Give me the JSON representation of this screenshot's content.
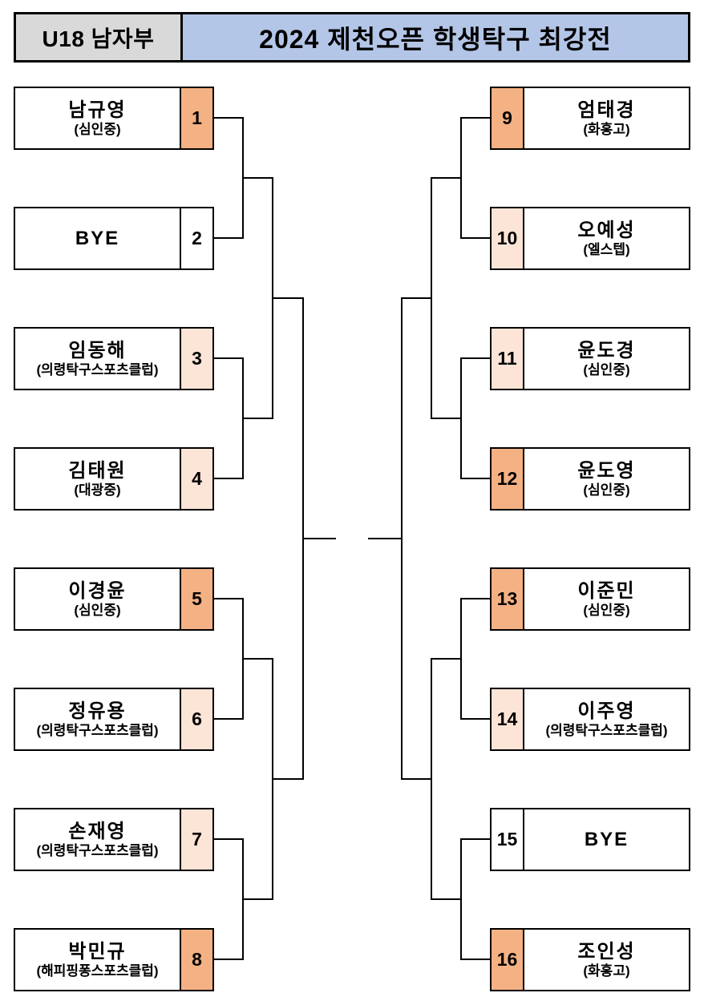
{
  "header": {
    "division": "U18 남자부",
    "title": "2024 제천오픈 학생탁구 최강전",
    "division_bg": "#d9d9d9",
    "title_bg": "#b4c6e7"
  },
  "colors": {
    "seed_highlight_strong": "#f4b183",
    "seed_highlight_light": "#fce4d6",
    "seed_plain": "#ffffff",
    "line_color": "#000000"
  },
  "bracket": {
    "type": "single-elimination",
    "players_count": 16,
    "left_seeds": [
      1,
      2,
      3,
      4,
      5,
      6,
      7,
      8
    ],
    "right_seeds": [
      9,
      10,
      11,
      12,
      13,
      14,
      15,
      16
    ]
  },
  "players": [
    {
      "seed": "1",
      "name": "남규영",
      "club": "(심인중)",
      "seed_bg": "#f4b183"
    },
    {
      "seed": "2",
      "name": "BYE",
      "club": "",
      "seed_bg": "#ffffff"
    },
    {
      "seed": "3",
      "name": "임동해",
      "club": "(의령탁구스포츠클럽)",
      "seed_bg": "#fce4d6"
    },
    {
      "seed": "4",
      "name": "김태원",
      "club": "(대광중)",
      "seed_bg": "#fce4d6"
    },
    {
      "seed": "5",
      "name": "이경윤",
      "club": "(심인중)",
      "seed_bg": "#f4b183"
    },
    {
      "seed": "6",
      "name": "정유용",
      "club": "(의령탁구스포츠클럽)",
      "seed_bg": "#fce4d6"
    },
    {
      "seed": "7",
      "name": "손재영",
      "club": "(의령탁구스포츠클럽)",
      "seed_bg": "#fce4d6"
    },
    {
      "seed": "8",
      "name": "박민규",
      "club": "(해피핑퐁스포츠클럽)",
      "seed_bg": "#f4b183"
    },
    {
      "seed": "9",
      "name": "엄태경",
      "club": "(화홍고)",
      "seed_bg": "#f4b183"
    },
    {
      "seed": "10",
      "name": "오예성",
      "club": "(엘스텝)",
      "seed_bg": "#fce4d6"
    },
    {
      "seed": "11",
      "name": "윤도경",
      "club": "(심인중)",
      "seed_bg": "#fce4d6"
    },
    {
      "seed": "12",
      "name": "윤도영",
      "club": "(심인중)",
      "seed_bg": "#f4b183"
    },
    {
      "seed": "13",
      "name": "이준민",
      "club": "(심인중)",
      "seed_bg": "#f4b183"
    },
    {
      "seed": "14",
      "name": "이주영",
      "club": "(의령탁구스포츠클럽)",
      "seed_bg": "#fce4d6"
    },
    {
      "seed": "15",
      "name": "BYE",
      "club": "",
      "seed_bg": "#ffffff"
    },
    {
      "seed": "16",
      "name": "조인성",
      "club": "(화홍고)",
      "seed_bg": "#f4b183"
    }
  ]
}
